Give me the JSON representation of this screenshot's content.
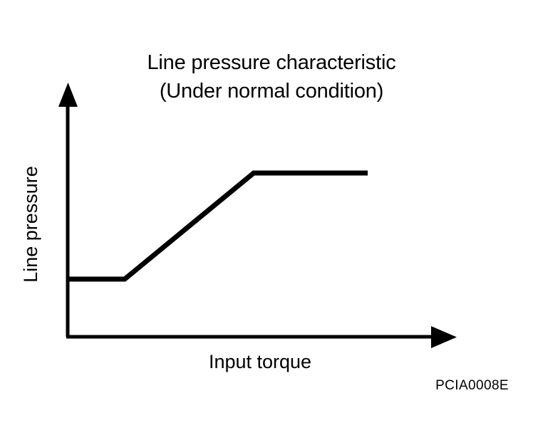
{
  "figure": {
    "title_line_1": "Line pressure characteristic",
    "title_line_2": "(Under normal condition)",
    "y_axis_label": "Line pressure",
    "x_axis_label": "Input torque",
    "figure_code": "PCIA0008E",
    "background_color": "#ffffff",
    "line_color": "#000000",
    "axis_color": "#000000"
  },
  "chart_data": {
    "type": "line",
    "title": "Line pressure characteristic (Under normal condition)",
    "xlabel": "Input torque",
    "ylabel": "Line pressure",
    "grid": false,
    "legend": "none",
    "axes_style": "arrow-axes-unlabeled-ticks",
    "xlim": [
      0,
      100
    ],
    "ylim": [
      0,
      100
    ],
    "x_tick_labels": [],
    "y_tick_labels": [],
    "series": [
      {
        "name": "Line pressure",
        "x": [
          0,
          14.7,
          47.9,
          77.2
        ],
        "y": [
          22.8,
          22.8,
          64.8,
          64.8
        ],
        "color": "#000000",
        "width": 6,
        "description": "Flat minimum line pressure at low input torque, linear rise through the mid range, then flat maximum line pressure at high input torque"
      }
    ],
    "annotations": [
      {
        "label": "PCIA0008E",
        "position": "bottom-right"
      }
    ]
  },
  "geometry": {
    "y_axis": {
      "x": 95,
      "y_top": 118,
      "y_bottom": 473
    },
    "x_axis": {
      "y": 473,
      "x_left": 95,
      "x_right": 640
    },
    "curve_points": "95,392 175,392 356,243 516,243"
  }
}
